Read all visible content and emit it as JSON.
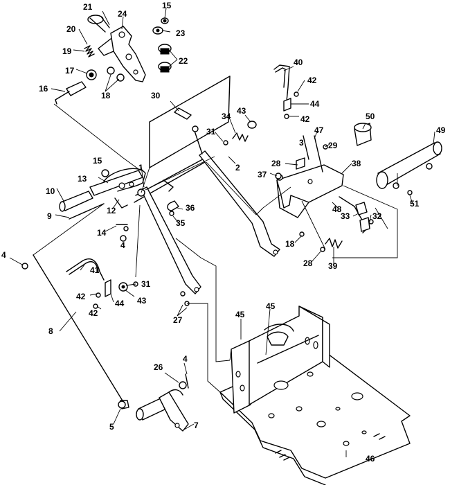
{
  "callouts": [
    {
      "label": "1"
    },
    {
      "label": "2"
    },
    {
      "label": "3"
    },
    {
      "label": "4"
    },
    {
      "label": "4"
    },
    {
      "label": "4"
    },
    {
      "label": "5"
    },
    {
      "label": "7"
    },
    {
      "label": "8"
    },
    {
      "label": "9"
    },
    {
      "label": "10"
    },
    {
      "label": "12"
    },
    {
      "label": "13"
    },
    {
      "label": "14"
    },
    {
      "label": "15"
    },
    {
      "label": "15"
    },
    {
      "label": "16"
    },
    {
      "label": "17"
    },
    {
      "label": "18"
    },
    {
      "label": "18"
    },
    {
      "label": "19"
    },
    {
      "label": "20"
    },
    {
      "label": "21"
    },
    {
      "label": "22"
    },
    {
      "label": "23"
    },
    {
      "label": "24"
    },
    {
      "label": "26"
    },
    {
      "label": "27"
    },
    {
      "label": "28"
    },
    {
      "label": "28"
    },
    {
      "label": "29"
    },
    {
      "label": "30"
    },
    {
      "label": "31"
    },
    {
      "label": "31"
    },
    {
      "label": "32"
    },
    {
      "label": "33"
    },
    {
      "label": "34"
    },
    {
      "label": "35"
    },
    {
      "label": "36"
    },
    {
      "label": "37"
    },
    {
      "label": "38"
    },
    {
      "label": "39"
    },
    {
      "label": "40"
    },
    {
      "label": "41"
    },
    {
      "label": "42"
    },
    {
      "label": "42"
    },
    {
      "label": "42"
    },
    {
      "label": "42"
    },
    {
      "label": "43"
    },
    {
      "label": "43"
    },
    {
      "label": "44"
    },
    {
      "label": "44"
    },
    {
      "label": "45"
    },
    {
      "label": "45"
    },
    {
      "label": "46"
    },
    {
      "label": "47"
    },
    {
      "label": "48"
    },
    {
      "label": "49"
    },
    {
      "label": "50"
    },
    {
      "label": "51"
    }
  ]
}
